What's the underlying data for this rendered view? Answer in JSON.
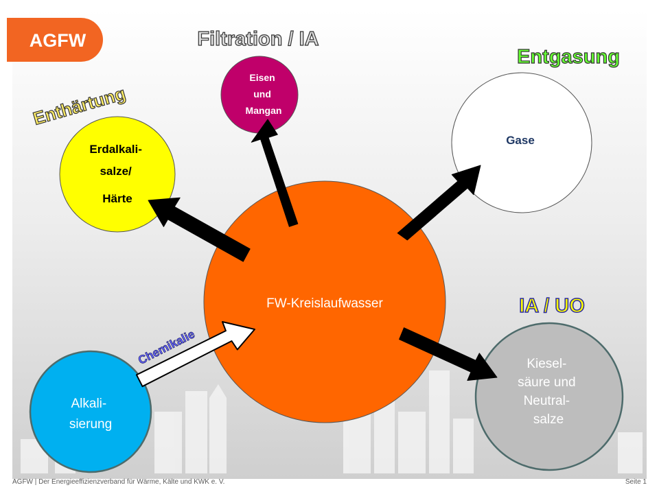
{
  "logo": {
    "text": "AGFW"
  },
  "labels": {
    "filtration": "Filtration / IA",
    "entgasung": "Entgasung",
    "enthaertung": "Enthärtung",
    "ia_uo": "IA / UO",
    "chemikalie": "Chemikalie"
  },
  "nodes": {
    "center": [
      "FW-Kreislaufwasser"
    ],
    "eisen": [
      "Eisen",
      "und",
      "Mangan"
    ],
    "gase": [
      "Gase"
    ],
    "erdalkali": [
      "Erdalkali-",
      "salze/",
      "Härte"
    ],
    "kiesel": [
      "Kiesel-",
      "säure und",
      "Neutral-",
      "salze"
    ],
    "alkali": [
      "Alkali-",
      "sierung"
    ]
  },
  "colors": {
    "center": "#ff6600",
    "eisen": "#c0006a",
    "gase": "#ffffff",
    "erdalkali": "#ffff00",
    "kiesel": "#bdbdbd",
    "alkali": "#00b0f0",
    "logo": "#f26522",
    "title_filtration": "#e0e0e0",
    "title_entgasung": "#66ff33",
    "title_enthaertung": "#ffee66",
    "title_ia_uo": "#ffff00",
    "title_ia_uo_outline": "#2a2aa0",
    "chemikalie_fill": "#6666ff"
  },
  "footer": {
    "left": "AGFW | Der Energieeffizienzverband für Wärme, Kälte und KWK e. V.",
    "right": "Seite 1"
  }
}
